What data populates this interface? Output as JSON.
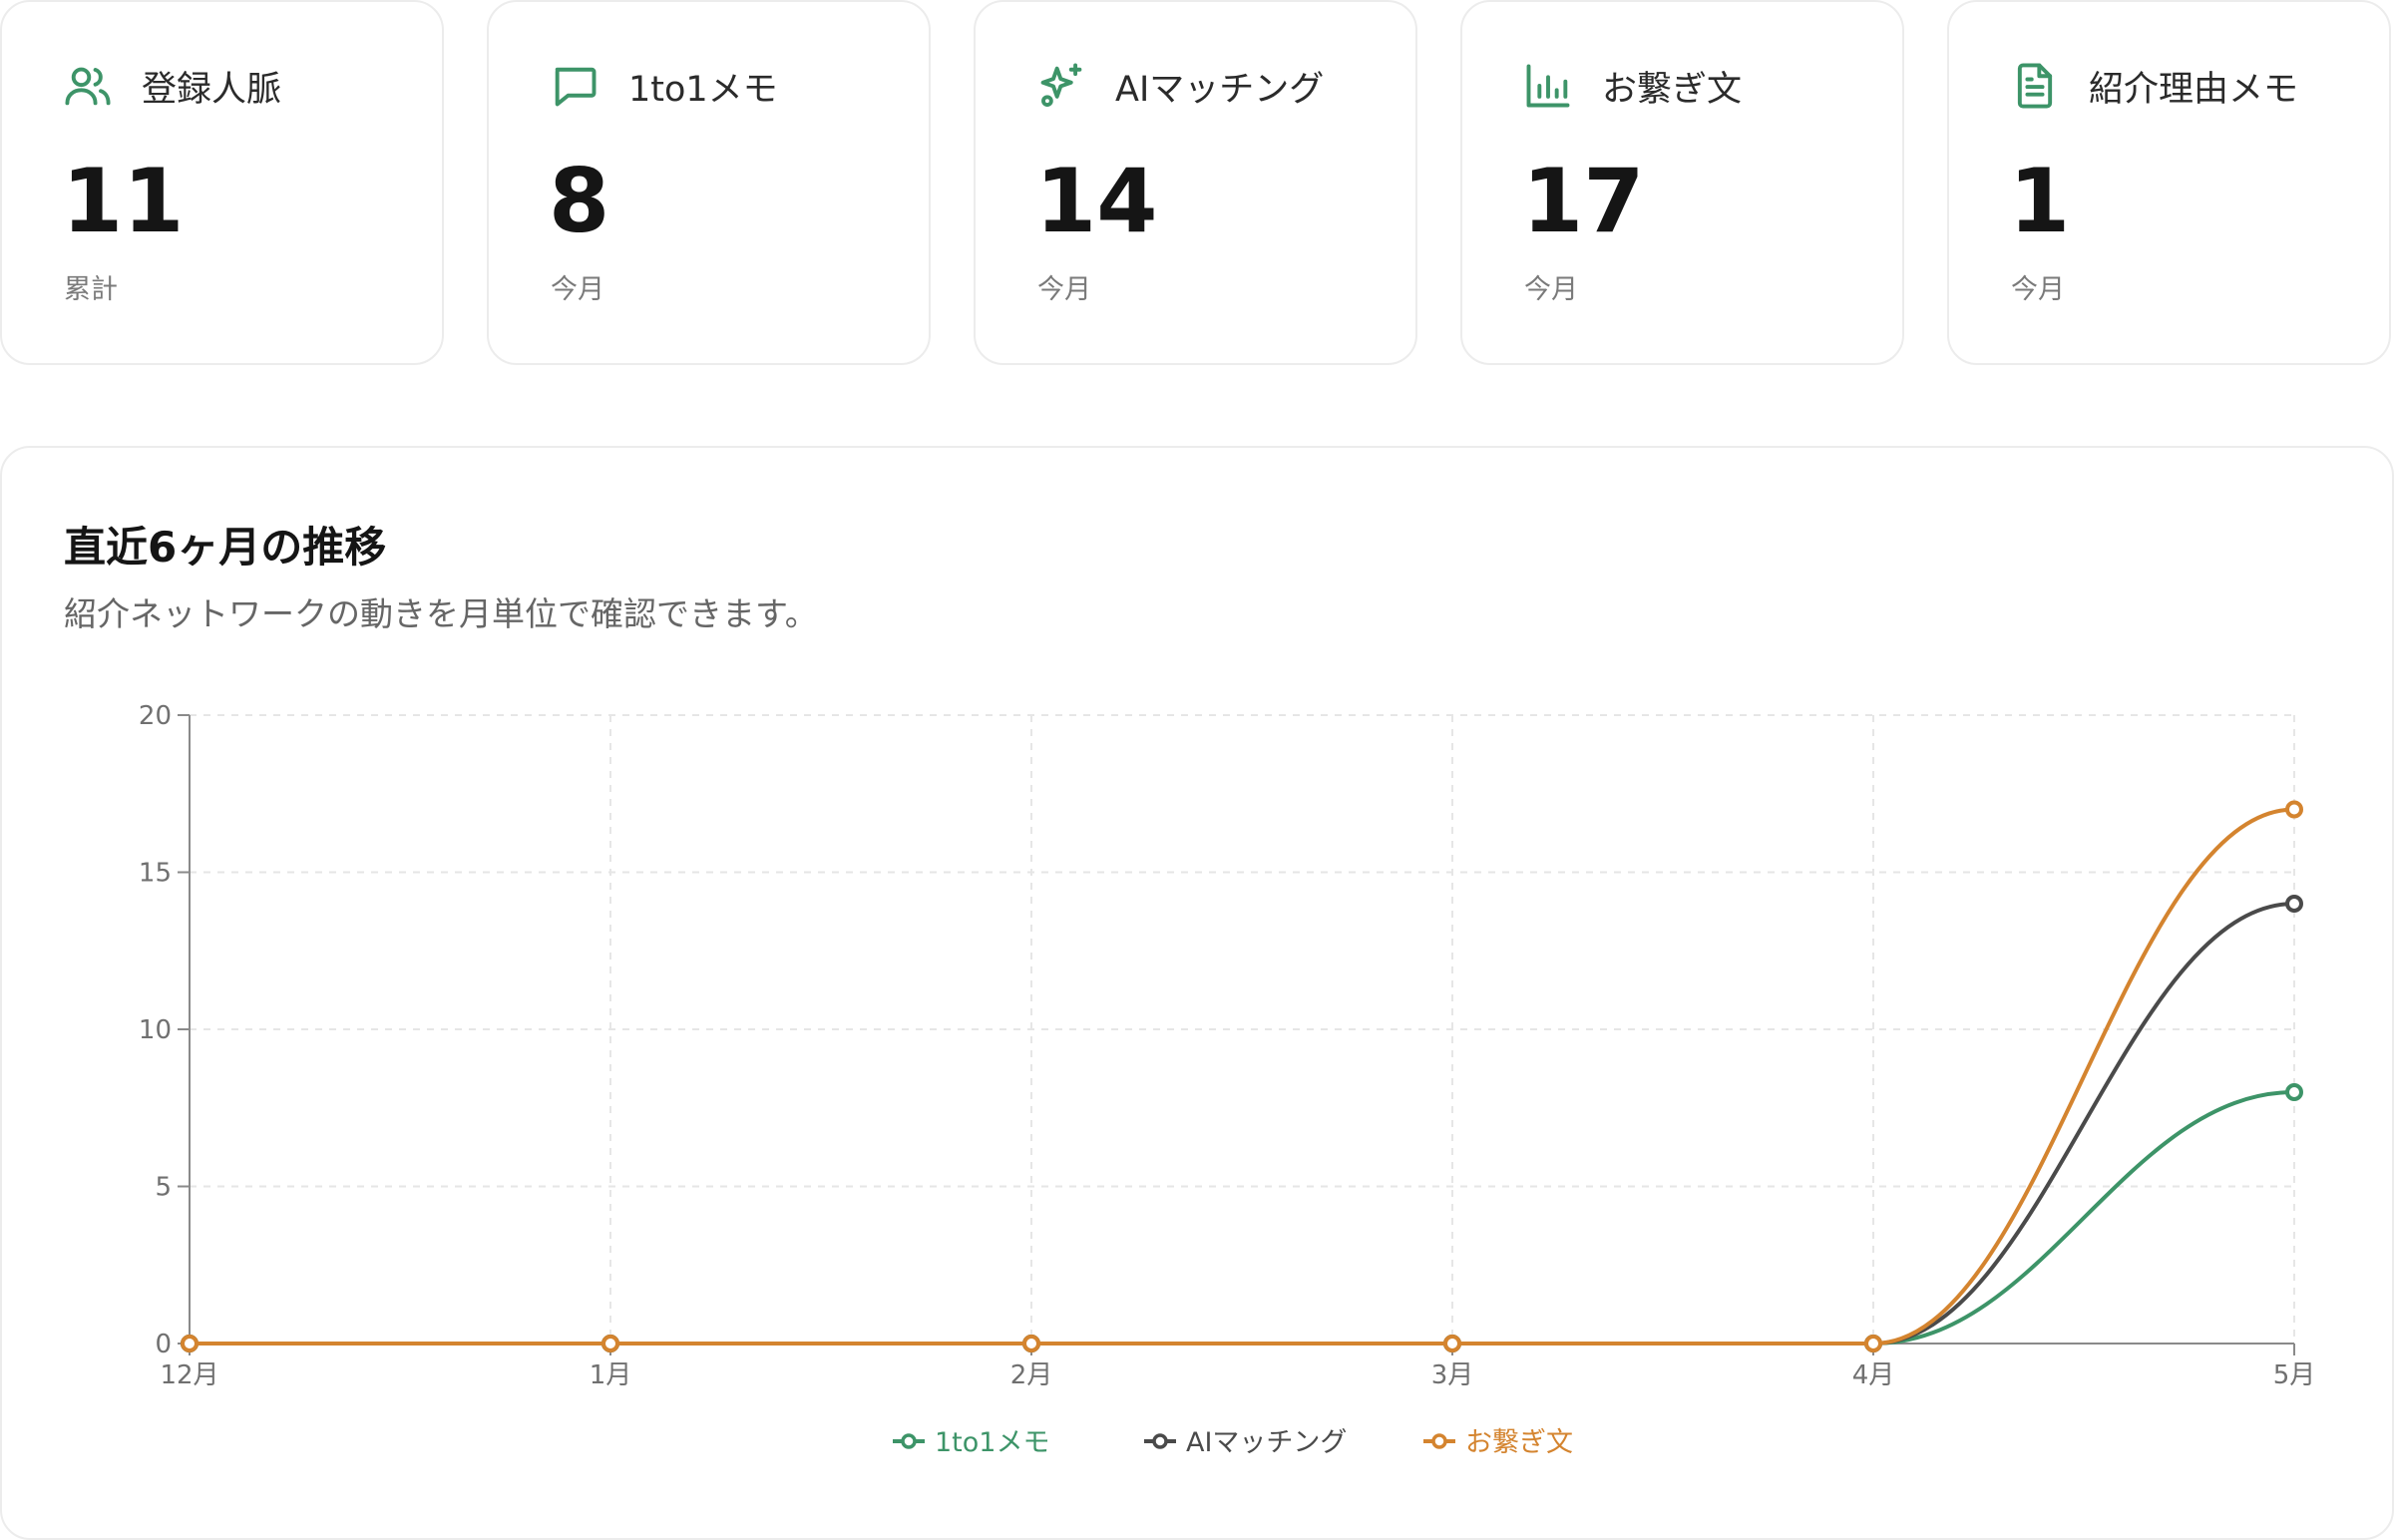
{
  "stats": [
    {
      "icon": "users-icon",
      "label": "登録人脈",
      "value": "11",
      "sub": "累計"
    },
    {
      "icon": "chat-icon",
      "label": "1to1メモ",
      "value": "8",
      "sub": "今月"
    },
    {
      "icon": "sparkles-icon",
      "label": "AIマッチング",
      "value": "14",
      "sub": "今月"
    },
    {
      "icon": "bar-chart-icon",
      "label": "お繋ぎ文",
      "value": "17",
      "sub": "今月"
    },
    {
      "icon": "document-icon",
      "label": "紹介理由メモ",
      "value": "1",
      "sub": "今月"
    }
  ],
  "colors": {
    "accent": "#3d9468",
    "dark": "#4a4a4a",
    "orange": "#d4842f"
  },
  "chart_section": {
    "title": "直近6ヶ月の推移",
    "subtitle": "紹介ネットワークの動きを月単位で確認できます。"
  },
  "chart_data": {
    "type": "line",
    "categories": [
      "12月",
      "1月",
      "2月",
      "3月",
      "4月",
      "5月"
    ],
    "ylim": [
      0,
      20
    ],
    "yticks": [
      0,
      5,
      10,
      15,
      20
    ],
    "grid": true,
    "legend": "bottom-center",
    "series": [
      {
        "name": "1to1メモ",
        "color": "#3d9468",
        "values": [
          0,
          0,
          0,
          0,
          0,
          8
        ]
      },
      {
        "name": "AIマッチング",
        "color": "#4a4a4a",
        "values": [
          0,
          0,
          0,
          0,
          0,
          14
        ]
      },
      {
        "name": "お繋ぎ文",
        "color": "#d4842f",
        "values": [
          0,
          0,
          0,
          0,
          0,
          17
        ]
      }
    ]
  }
}
